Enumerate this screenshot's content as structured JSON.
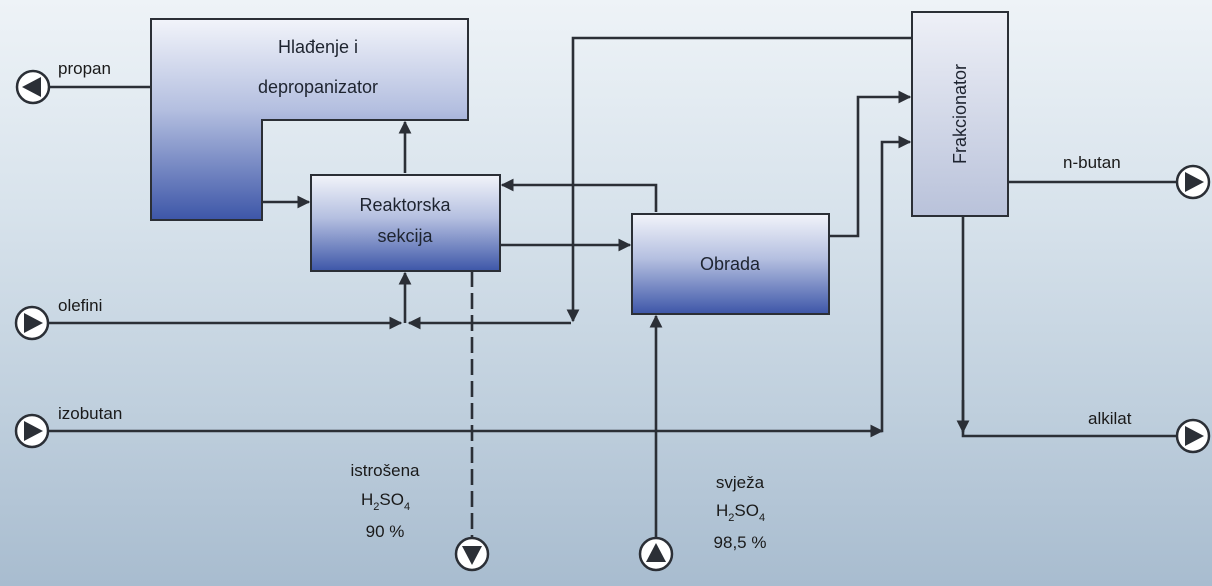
{
  "units": {
    "hladjenje": {
      "line1": "Hlađenje i",
      "line2": "depropanizator"
    },
    "reaktor": {
      "line1": "Reaktorska",
      "line2": "sekcija"
    },
    "obrada": {
      "label": "Obrada"
    },
    "frakcionator": {
      "label": "Frakcionator"
    }
  },
  "streams": {
    "propan": "propan",
    "olefini": "olefini",
    "izobutan": "izobutan",
    "n_butan": "n-butan",
    "alkilat": "alkilat"
  },
  "acid_spent": {
    "line1": "istrošena",
    "formula_h": "H",
    "formula_2": "2",
    "formula_so": "SO",
    "formula_4": "4",
    "concentration": "90 %"
  },
  "acid_fresh": {
    "line1": "svježa",
    "formula_h": "H",
    "formula_2": "2",
    "formula_so": "SO",
    "formula_4": "4",
    "concentration": "98,5 %"
  },
  "colors": {
    "box_top": "#f2f4fa",
    "box_bottom": "#3d56a8",
    "line": "#2b2f36"
  }
}
